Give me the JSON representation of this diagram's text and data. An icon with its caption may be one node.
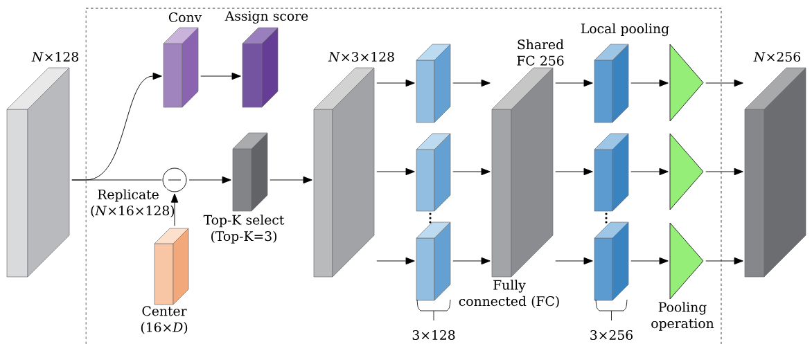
{
  "diagram": {
    "nodes": [
      {
        "text": [
          "*N*×128"
        ]
      },
      {
        "text": [
          "Conv"
        ]
      },
      {
        "text": [
          "Assign score"
        ]
      },
      {
        "text": [],
        "shape": "circle"
      },
      {
        "text": [
          "Center (16×*D*)"
        ]
      },
      {
        "text": [
          "Top-K select (Top-K=3)"
        ]
      },
      {
        "text": [
          "*N*×3×128"
        ]
      },
      {
        "text": [],
        "shape": "box"
      },
      {
        "text": [],
        "shape": "box"
      },
      {
        "text": [],
        "shape": "box"
      },
      {
        "text": [
          "Shared FC 256",
          "Fully connected (FC)"
        ]
      },
      {
        "text": [
          "Local pooling"
        ]
      },
      {
        "text": [],
        "shape": "box"
      },
      {
        "text": [],
        "shape": "box"
      },
      {
        "text": [],
        "shape": "triangle"
      },
      {
        "text": [],
        "shape": "triangle"
      },
      {
        "text": [
          "Pooling operation"
        ]
      },
      {
        "text": [
          "*N*×256"
        ]
      }
    ],
    "edges": [
      {
        "from": 0,
        "to": 1,
        "arrow": "to"
      },
      {
        "from": 1,
        "to": 2,
        "arrow": "to"
      },
      {
        "from": 0,
        "to": 3,
        "arrow": "none",
        "label": "Replicate (*N*×16×128)"
      },
      {
        "from": 4,
        "to": 3,
        "arrow": "to"
      },
      {
        "from": 3,
        "to": 5,
        "arrow": "to"
      },
      {
        "from": 5,
        "to": 6,
        "arrow": "to"
      },
      {
        "from": 6,
        "to": 7,
        "arrow": "to"
      },
      {
        "from": 6,
        "to": 8,
        "arrow": "to"
      },
      {
        "from": 6,
        "to": 9,
        "arrow": "to"
      },
      {
        "from": 7,
        "to": 10,
        "arrow": "to"
      },
      {
        "from": 8,
        "to": 10,
        "arrow": "to"
      },
      {
        "from": 9,
        "to": 10,
        "arrow": "to"
      },
      {
        "from": 10,
        "to": 11,
        "arrow": "to"
      },
      {
        "from": 10,
        "to": 12,
        "arrow": "to"
      },
      {
        "from": 10,
        "to": 13,
        "arrow": "to"
      },
      {
        "from": 11,
        "to": 14,
        "arrow": "to"
      },
      {
        "from": 12,
        "to": 15,
        "arrow": "to"
      },
      {
        "from": 13,
        "to": 16,
        "arrow": "to"
      },
      {
        "from": 14,
        "to": 17,
        "arrow": "to"
      },
      {
        "from": 15,
        "to": 17,
        "arrow": "to"
      },
      {
        "from": 16,
        "to": 17,
        "arrow": "to"
      }
    ],
    "labels": [
      "3×128",
      "3×256"
    ]
  }
}
